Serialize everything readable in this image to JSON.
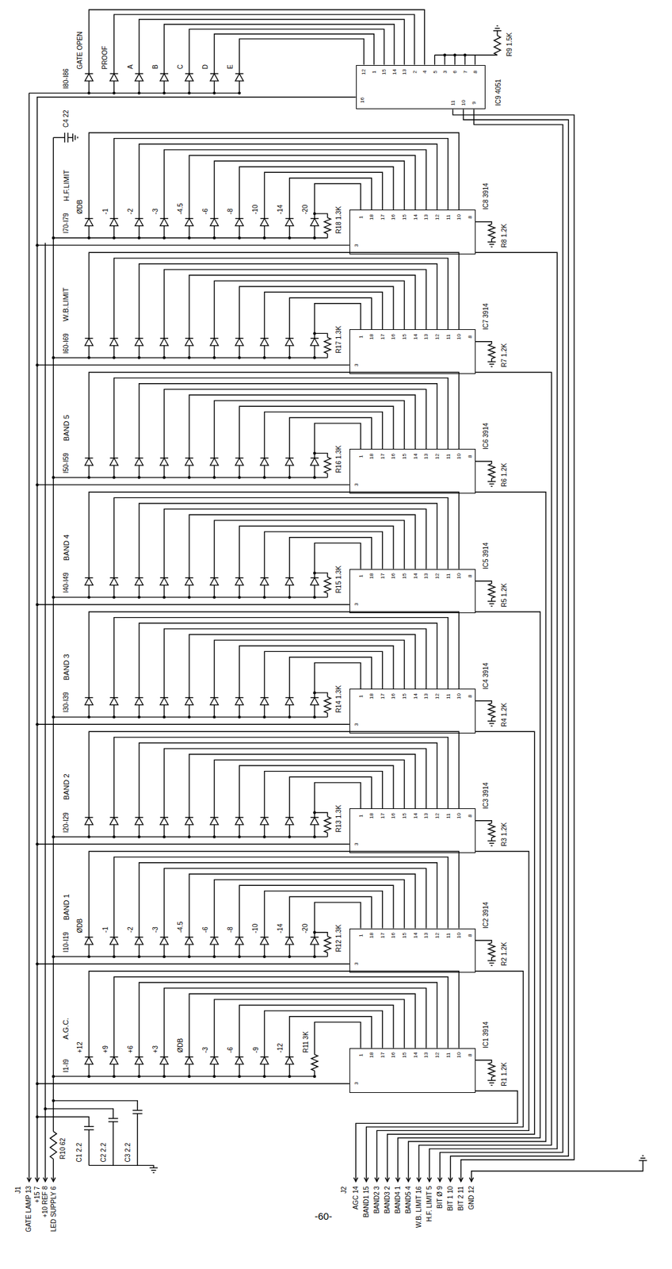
{
  "diagram": {
    "nodes": [
      {
        "text": [
          "IC1 3914"
        ]
      },
      {
        "text": [
          "IC2 3914"
        ]
      },
      {
        "text": [
          "IC3 3914"
        ]
      },
      {
        "text": [
          "IC4 3914"
        ]
      },
      {
        "text": [
          "IC5 3914"
        ]
      },
      {
        "text": [
          "IC6 3914"
        ]
      },
      {
        "text": [
          "IC7 3914"
        ]
      },
      {
        "text": [
          "IC8 3914"
        ]
      },
      {
        "text": [
          "IC9 4051"
        ]
      }
    ],
    "labels": [
      "I1-I9",
      "A.G.C.",
      "+12",
      "+9",
      "+6",
      "+3",
      "ØDB",
      "-3",
      "-6",
      "-9",
      "-12",
      "R11 3K",
      "1",
      "18",
      "17",
      "16",
      "15",
      "14",
      "13",
      "12",
      "11",
      "10",
      "8",
      "3",
      "R1 1.2K",
      "I10-I19",
      "BAND 1",
      "ØDB",
      "-1",
      "-2",
      "-3",
      "-4.5",
      "-6",
      "-8",
      "-10",
      "-14",
      "-20",
      "R12 1.3K",
      "1",
      "18",
      "17",
      "16",
      "15",
      "14",
      "13",
      "12",
      "11",
      "10",
      "8",
      "3",
      "R2 1.2K",
      "I20-I29",
      "BAND 2",
      "R13 1.3K",
      "1",
      "18",
      "17",
      "16",
      "15",
      "14",
      "13",
      "12",
      "11",
      "10",
      "8",
      "3",
      "R3 1.2K",
      "I30-I39",
      "BAND 3",
      "R14 1.3K",
      "1",
      "18",
      "17",
      "16",
      "15",
      "14",
      "13",
      "12",
      "11",
      "10",
      "8",
      "3",
      "R4 1.2K",
      "I40-I49",
      "BAND 4",
      "R15 1.3K",
      "1",
      "18",
      "17",
      "16",
      "15",
      "14",
      "13",
      "12",
      "11",
      "10",
      "8",
      "3",
      "R5 1.2K",
      "I50-I59",
      "BAND 5",
      "R16 1.3K",
      "1",
      "18",
      "17",
      "16",
      "15",
      "14",
      "13",
      "12",
      "11",
      "10",
      "8",
      "3",
      "R6 1.2K",
      "I60-I69",
      "W.B.LIMIT",
      "R17 1.3K",
      "1",
      "18",
      "17",
      "16",
      "15",
      "14",
      "13",
      "12",
      "11",
      "10",
      "8",
      "3",
      "R7 1.2K",
      "I70-I79",
      "H.F.LIMIT",
      "ØDB",
      "-1",
      "-2",
      "-3",
      "-4.5",
      "-6",
      "-8",
      "-10",
      "-14",
      "-20",
      "R18 1.3K",
      "1",
      "18",
      "17",
      "16",
      "15",
      "14",
      "13",
      "12",
      "11",
      "10",
      "8",
      "3",
      "R8 1.2K",
      "I80-I86",
      "GATE OPEN",
      "PROOF",
      "A",
      "B",
      "C",
      "D",
      "E",
      "12",
      "1",
      "15",
      "14",
      "13",
      "2",
      "4",
      "5",
      "3",
      "6",
      "7",
      "8",
      "16",
      "11",
      "10",
      "9",
      "R9 1.5K",
      "C4 22",
      "R10 62",
      "C1 2.2",
      "C2 2.2",
      "C3 2.2",
      "J1",
      "GATE LAMP 13",
      "+15 7",
      "+10 REF 8",
      "LED SUPPLY 6",
      "J2",
      "AGC 14",
      "BAND1 15",
      "BAND2 3",
      "BAND3 2",
      "BAND4 1",
      "BAND5 4",
      "W.B. LIMIT 16",
      "H.F. LIMIT 5",
      "BIT Ø 9",
      "BIT 1 10",
      "BIT 2 11",
      "GND 12",
      "-60-"
    ]
  }
}
